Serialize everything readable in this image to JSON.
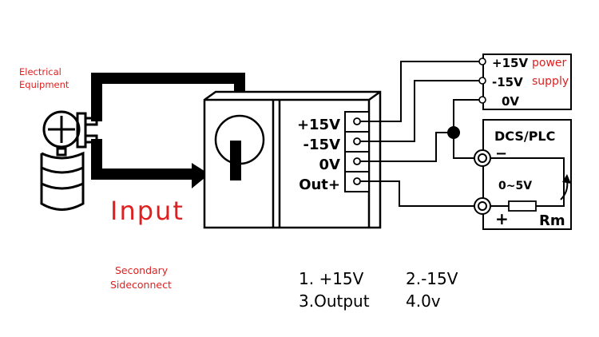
{
  "labels": {
    "electrical_equipment_line1": "Electrical",
    "electrical_equipment_line2": "Equipment",
    "input": "Input",
    "secondary_line1": "Secondary",
    "secondary_line2": "Sideconnect"
  },
  "transducer_terminals": [
    "+15V",
    "-15V",
    "0V",
    "Out+"
  ],
  "power_supply": {
    "terminals": [
      "+15V",
      "-15V",
      "0V"
    ],
    "title_line1": "power",
    "title_line2": "supply"
  },
  "dcs": {
    "title": "DCS/PLC",
    "minus": "−",
    "plus": "+",
    "range": "0~5V",
    "resistor": "Rm"
  },
  "legend": {
    "row1_col1": "1.  +15V",
    "row1_col2": "2.-15V",
    "row2_col1": "3.Output",
    "row2_col2": "4.0v"
  },
  "colors": {
    "accent_red": "#e02020",
    "line": "#000000"
  }
}
